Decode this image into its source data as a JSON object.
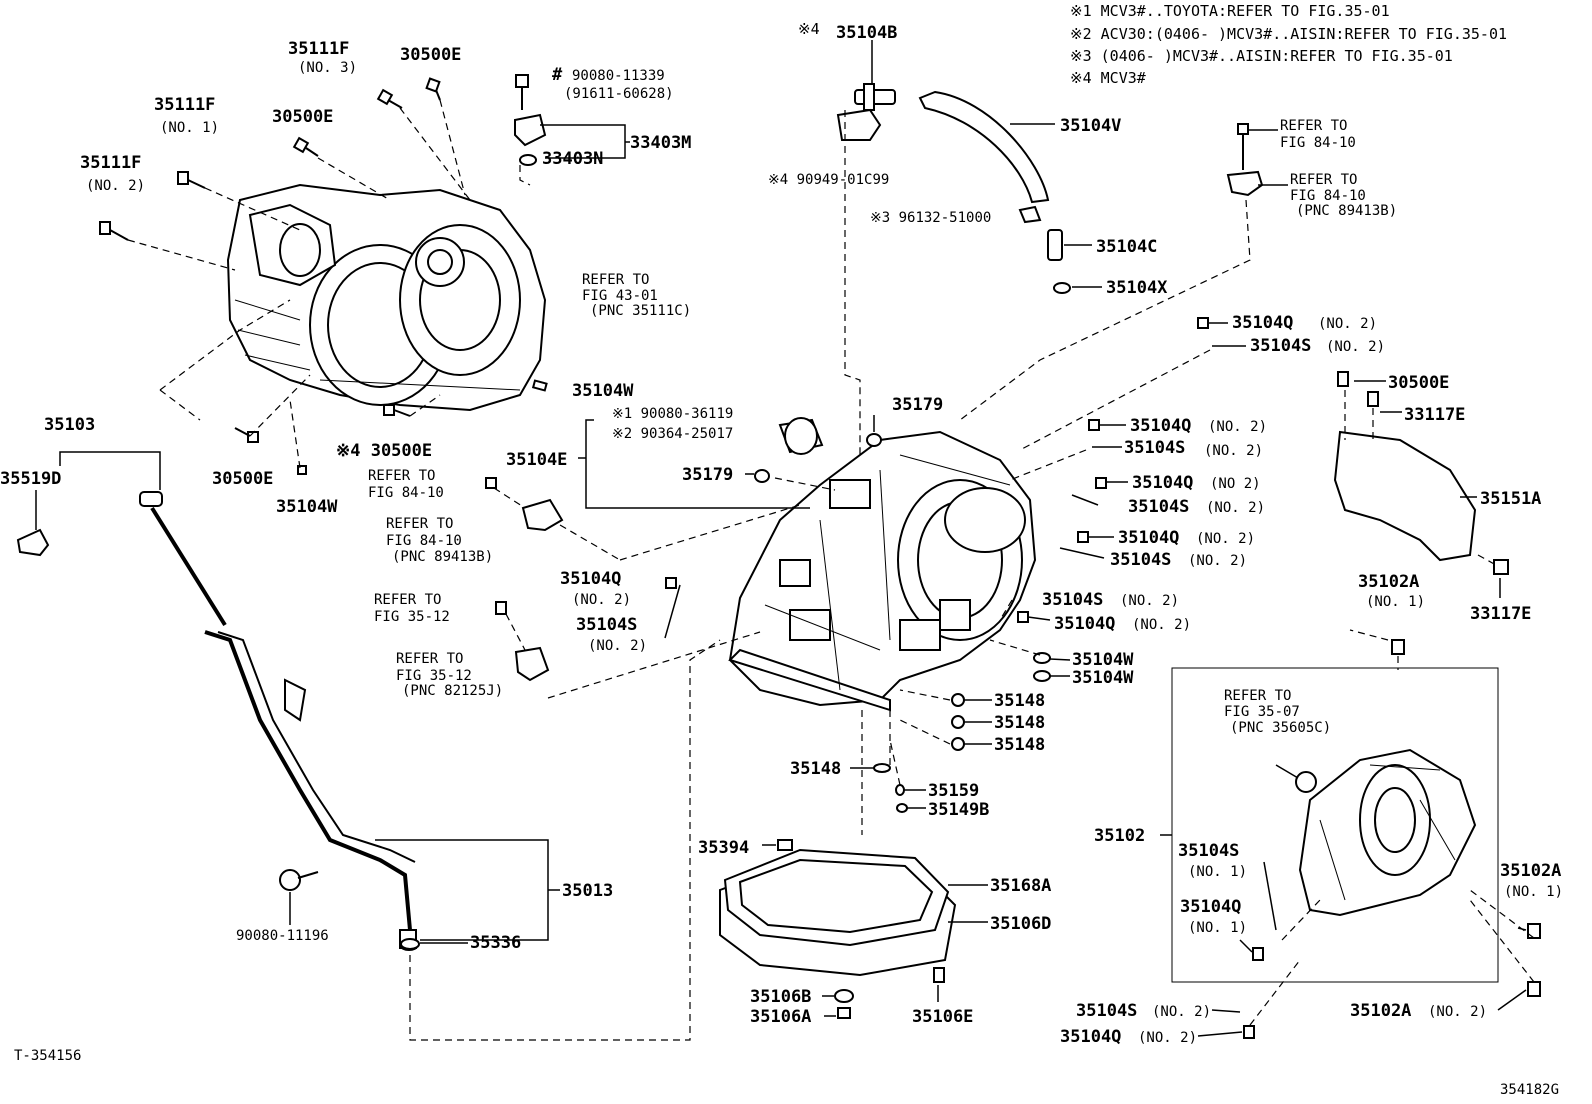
{
  "notes": [
    "※1 MCV3#..TOYOTA:REFER TO FIG.35-01",
    "※2 ACV30:(0406-     )MCV3#..AISIN:REFER TO FIG.35-01",
    "※3 (0406-     )MCV3#..AISIN:REFER TO FIG.35-01",
    "※4 MCV3#"
  ],
  "refs": {
    "r1a": "REFER TO",
    "r1b": "FIG 43-01",
    "r1c": "(PNC 35111C)",
    "r2a": "REFER TO",
    "r2b": "FIG 84-10",
    "r3a": "REFER TO",
    "r3b": "FIG 84-10",
    "r3c": "(PNC 89413B)",
    "r4a": "REFER TO",
    "r4b": "FIG 35-12",
    "r5a": "REFER TO",
    "r5b": "FIG 35-12",
    "r5c": "(PNC 82125J)",
    "r6a": "REFER TO",
    "r6b": "FIG 84-10",
    "r7a": "REFER TO",
    "r7b": "FIG 84-10",
    "r7c": "(PNC 89413B)",
    "r8a": "REFER TO",
    "r8b": "FIG 35-07",
    "r8c": "(PNC 35605C)"
  },
  "labels": {
    "p35111F_3": "35111F",
    "p35111F_3_sub": "(NO. 3)",
    "p30500E_a": "30500E",
    "p35111F_1": "35111F",
    "p35111F_1_sub": "(NO. 1)",
    "p30500E_b": "30500E",
    "p35111F_2": "35111F",
    "p35111F_2_sub": "(NO. 2)",
    "p90080_11339": "90080-11339",
    "p90080_11339_hash": "#",
    "p91611": "(91611-60628)",
    "p33403M": "33403M",
    "p33403N": "33403N",
    "p35104W_a": "35104W",
    "p30500E_c": "※4 30500E",
    "p30500E_d": "30500E",
    "p35104W_b": "35104W",
    "p35103": "35103",
    "p35519D": "35519D",
    "p35104B": "35104B",
    "p35104B_mark": "※4",
    "p90949": "※4 90949-01C99",
    "p35104V": "35104V",
    "p96132": "※3 96132-51000",
    "p35104C": "35104C",
    "p35104X": "35104X",
    "p35104Q_a": "35104Q",
    "p35104Q_a_sub": "(NO. 2)",
    "p35104S_a": "35104S",
    "p35104S_a_sub": "(NO. 2)",
    "p35179_a": "35179",
    "p90080_36119": "※1 90080-36119",
    "p90364": "※2 90364-25017",
    "p35104E": "35104E",
    "p35179_b": "35179",
    "p35104Q_b": "35104Q",
    "p35104Q_b_sub": "(NO. 2)",
    "p35104S_b": "35104S",
    "p35104S_b_sub": "(NO. 2)",
    "p35104Q_c": "35104Q",
    "p35104Q_c_sub": "(NO 2)",
    "p35104S_c": "35104S",
    "p35104S_c_sub": "(NO. 2)",
    "p35104Q_d": "35104Q",
    "p35104Q_d_sub": "(NO. 2)",
    "p35104S_d": "35104S",
    "p35104S_d_sub": "(NO. 2)",
    "p35104S_e": "35104S",
    "p35104S_e_sub": "(NO. 2)",
    "p35104Q_e": "35104Q",
    "p35104Q_e_sub": "(NO. 2)",
    "p35104Q_f": "35104Q",
    "p35104Q_f_sub": "(NO. 2)",
    "p35104S_f": "35104S",
    "p35104S_f_sub": "(NO. 2)",
    "p35104W_c": "35104W",
    "p35104W_d": "35104W",
    "p35148_a": "35148",
    "p35148_b": "35148",
    "p35148_c": "35148",
    "p35148_d": "35148",
    "p35159": "35159",
    "p35149B": "35149B",
    "p35394": "35394",
    "p35168A": "35168A",
    "p35106D": "35106D",
    "p35106B": "35106B",
    "p35106A": "35106A",
    "p35106E": "35106E",
    "p35013": "35013",
    "p35336": "35336",
    "p90080_11196": "90080-11196",
    "p30500E_e": "30500E",
    "p33117E_a": "33117E",
    "p35151A": "35151A",
    "p33117E_b": "33117E",
    "p35102A_a": "35102A",
    "p35102A_a_sub": "(NO. 1)",
    "p35102": "35102",
    "p35104S_g": "35104S",
    "p35104S_g_sub": "(NO. 1)",
    "p35104Q_g": "35104Q",
    "p35104Q_g_sub": "(NO. 1)",
    "p35102A_b": "35102A",
    "p35102A_b_sub": "(NO. 1)",
    "p35104S_h": "35104S",
    "p35104S_h_sub": "(NO. 2)",
    "p35102A_c": "35102A",
    "p35102A_c_sub": "(NO. 2)",
    "p35104Q_h": "35104Q",
    "p35104Q_h_sub": "(NO. 2)"
  },
  "footer": {
    "left_code": "T-354156",
    "right_code": "354182G"
  }
}
